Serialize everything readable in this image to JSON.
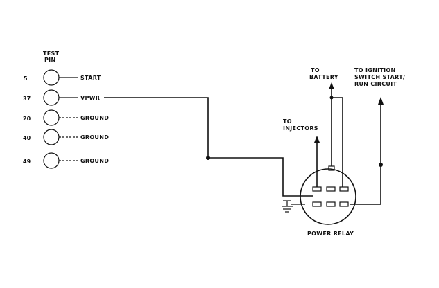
{
  "header": {
    "line1": "TEST",
    "line2": "PIN"
  },
  "pins": [
    {
      "number": "5",
      "label": "START",
      "dashed": false
    },
    {
      "number": "37",
      "label": "VPWR",
      "dashed": false
    },
    {
      "number": "20",
      "label": "GROUND",
      "dashed": true
    },
    {
      "number": "40",
      "label": "GROUND",
      "dashed": true
    },
    {
      "number": "49",
      "label": "GROUND",
      "dashed": true
    }
  ],
  "labels": {
    "battery_1": "TO",
    "battery_2": "BATTERY",
    "ignition_1": "TO IGNITION",
    "ignition_2": "SWITCH START/",
    "ignition_3": "RUN CIRCUIT",
    "injectors_1": "TO",
    "injectors_2": "INJECTORS",
    "relay": "POWER RELAY"
  }
}
